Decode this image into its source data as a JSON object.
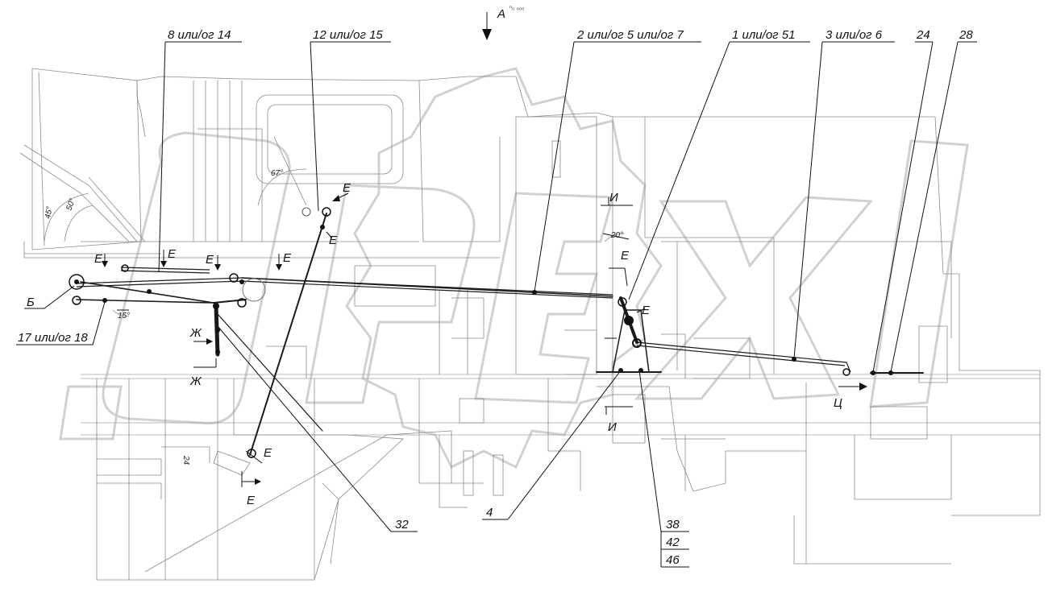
{
  "view_label": "А",
  "view_sub": "ⁿ₀ ₀₀₀",
  "callouts": [
    {
      "id": "c1",
      "text": "8 или/ог 14"
    },
    {
      "id": "c2",
      "text": "12 или/ог 15"
    },
    {
      "id": "c3",
      "text": "2 или/ог 5 или/ог 7"
    },
    {
      "id": "c4",
      "text": "1 или/ог 51"
    },
    {
      "id": "c5",
      "text": "3 или/ог 6"
    },
    {
      "id": "c6",
      "text": "24"
    },
    {
      "id": "c7",
      "text": "28"
    },
    {
      "id": "c8",
      "text": "Б"
    },
    {
      "id": "c9",
      "text": "17 или/ог 18"
    },
    {
      "id": "c10",
      "text": "32"
    },
    {
      "id": "c11",
      "text": "4"
    },
    {
      "id": "c12",
      "text": "38"
    },
    {
      "id": "c13",
      "text": "42"
    },
    {
      "id": "c14",
      "text": "46"
    }
  ],
  "section_marks": {
    "e": "Е",
    "zh": "Ж",
    "i": "И",
    "ts": "Ц"
  },
  "angles": {
    "a45": "45°",
    "a50": "50°",
    "a67": "67°",
    "a20": "20°",
    "a15": "15°",
    "a24": "24"
  },
  "watermark": "ОРЕХ",
  "colors": {
    "line": "#1a1a1a",
    "background_lines": "#8a8a8a",
    "watermark": "#c9c9c9"
  }
}
